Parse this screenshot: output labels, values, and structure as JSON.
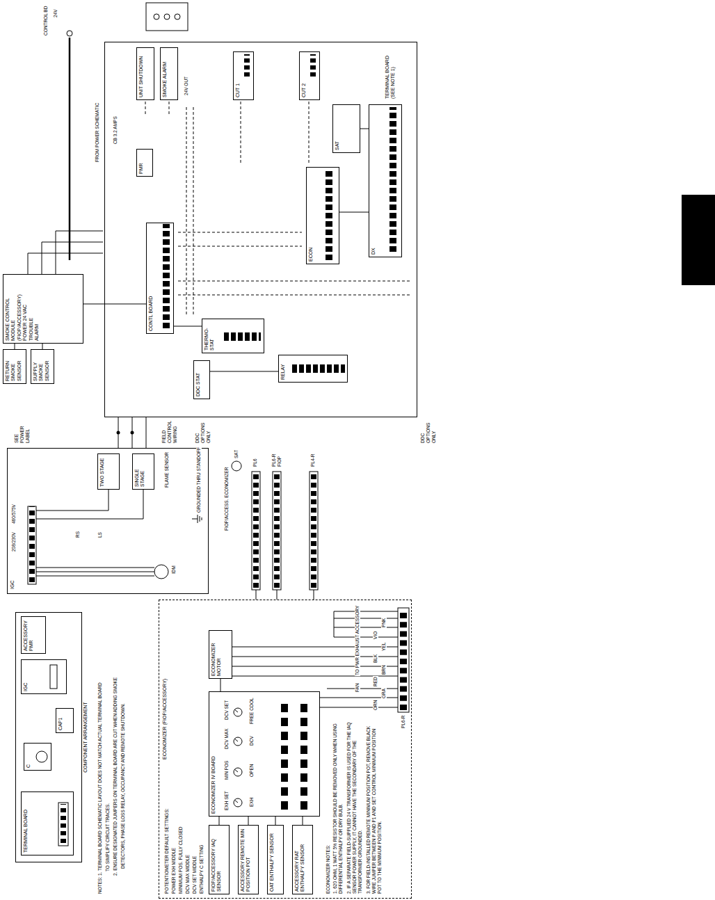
{
  "diagram": {
    "nodes": [
      {
        "text": [
          "COMPONENT ARRANGEMENT"
        ]
      },
      {
        "text": [
          "TERMINAL BOARD"
        ],
        "in": 0
      },
      {
        "text": [
          "C"
        ],
        "in": 0
      },
      {
        "text": [
          "CAP1"
        ],
        "in": 0
      },
      {
        "text": [
          "IGC"
        ],
        "in": 0
      },
      {
        "text": [
          "ACCESSORY",
          "PMR"
        ],
        "in": 0
      },
      {
        "text": [
          "ECONOMIZER (FIOP/ACCESSORY)"
        ]
      },
      {
        "text": [
          "FIOP/ACCESSORY IAQ SENSOR"
        ],
        "in": 6
      },
      {
        "text": [
          "ACCESSORY REMOTE MIN POSITION POT"
        ],
        "in": 6
      },
      {
        "text": [
          "OAT ENTHALPY SENSOR"
        ],
        "in": 6
      },
      {
        "text": [
          "ACCESSORY RAT ENTHALPY SENSOR"
        ],
        "in": 6
      },
      {
        "text": [
          "ECONOMIZER IV BOARD"
        ],
        "in": 6
      },
      {
        "text": [
          "ECONOMIZER MOTOR"
        ],
        "in": 6
      },
      {
        "text": [
          "IGC"
        ]
      },
      {
        "text": [
          "TWO STAGE"
        ],
        "in": 13
      },
      {
        "text": [
          "SINGLE STAGE"
        ],
        "in": 13
      },
      {
        "text": [
          "RETURN SMOKE SENSOR"
        ]
      },
      {
        "text": [
          "SUPPLY SMOKE SENSOR"
        ]
      },
      {
        "text": [
          "SMOKE CONTROL MODULE (FIOP/ACCESSORY)",
          "POWER 24 VAC",
          "TROUBLE",
          "ALARM"
        ]
      },
      {
        "text": [
          "TERMINAL BOARD (SEE NOTE 1)"
        ]
      },
      {
        "text": [
          "CONTL BOARD"
        ],
        "in": 19
      },
      {
        "text": [
          "DDC STAT"
        ],
        "in": 19
      },
      {
        "text": [
          "THERMO-STAT"
        ],
        "in": 19
      },
      {
        "text": [
          "RELAY"
        ],
        "in": 19
      },
      {
        "text": [
          "ECON"
        ],
        "in": 19
      },
      {
        "text": [
          "SAT"
        ],
        "in": 19
      },
      {
        "text": [
          "DX"
        ],
        "in": 19
      },
      {
        "text": [
          "PMR"
        ],
        "in": 19
      },
      {
        "text": [
          "UNIT SHUTDOWN"
        ],
        "in": 19
      },
      {
        "text": [
          "SMOKE ALARM"
        ],
        "in": 19
      },
      {
        "text": [
          "CUT 1"
        ],
        "in": 19
      },
      {
        "text": [
          "CUT 2"
        ],
        "in": 19
      }
    ],
    "edges": [
      {
        "from": 7,
        "to": 11,
        "arrow": "none"
      },
      {
        "from": 8,
        "to": 11,
        "arrow": "none"
      },
      {
        "from": 9,
        "to": 11,
        "arrow": "none"
      },
      {
        "from": 10,
        "to": 11,
        "arrow": "none"
      },
      {
        "from": 11,
        "to": 12,
        "arrow": "none"
      },
      {
        "from": 16,
        "to": 18,
        "arrow": "none"
      },
      {
        "from": 17,
        "to": 18,
        "arrow": "none"
      },
      {
        "from": 18,
        "to": 20,
        "arrow": "none"
      },
      {
        "from": 20,
        "to": 22,
        "arrow": "none"
      },
      {
        "from": 21,
        "to": 23,
        "arrow": "none"
      },
      {
        "from": 24,
        "to": 26,
        "arrow": "none"
      },
      {
        "from": 25,
        "to": 26,
        "arrow": "none"
      }
    ],
    "labels": [
      "NOTES: 1. TERMINAL BOARD SCHEMATIC LAYOUT DOES NOT MATCH ACTUAL TERMINAL BOARD",
      "TO SIMPLIFY CIRCUIT TRACES.",
      "2. ENSURE DESIGNATED JUMPERS ON TERMINAL BOARD ARE CUT WHEN ADDING SMOKE",
      "DETECTORS, PHASE LOSS RELAY, OCCUPANCY AND REMOTE SHUTDOWN.",
      "POTENTIOMETER DEFAULT SETTINGS:",
      "POWER EXH MIDDLE",
      "MINIMUM POS. FULLY CLOSED",
      "DCV MAX MIDDLE",
      "DCV SET MIDDLE",
      "ENTHALPY C SETTING",
      "EXH SET",
      "MIN POS",
      "DCV MAX",
      "DCV SET",
      "EXH",
      "OPEN",
      "DCV",
      "FREE COOL",
      "ECONOMIZER NOTES:",
      "1. 620 OHM, 1 WATT 5% RESISTOR SHOULD BE REMOVED ONLY WHEN USING DIFFERENTIAL ENTHALPY OR DRY BULB.",
      "2. IF A SEPARATE FIELD-SUPPLIED 24 V TRANSFORMER IS USED FOR THE IAQ SENSOR POWER SUPPLY, IT CANNOT HAVE THE SECONDARY OF THE TRANSFORMER GROUNDED.",
      "3. FOR FIELD-INSTALLED REMOTE MINIMUM POSITION POT, REMOVE BLACK WIRE JUMPER BETWEEN P AND P1 AND SET CONTROL MINIMUM POSITION POT TO THE MINIMUM POSITION.",
      "ORN",
      "GRA",
      "RED",
      "BRN",
      "BLK",
      "YEL",
      "VIO",
      "PNK",
      "PL6-R",
      "TO PWR EXHAUST ACCESSORY",
      "FAN",
      "FLAME SENSOR",
      "GROUNDED THRU STANDOFF",
      "RS",
      "LS",
      "IDM",
      "SEE POWER LABEL",
      "208/230V",
      "460/575V",
      "PL6",
      "PL6-R FIOP",
      "PL4-R",
      "FIOP/ACCESS. ECONOMIZER",
      "SAT",
      "FIELD CONTROL WIRING",
      "DDC OPTIONS ONLY",
      "DDC OPTIONS ONLY",
      "FROM POWER SCHEMATIC",
      "CB 3.2 AMPS",
      "CONTROL BD",
      "24V",
      "24V OUT"
    ]
  }
}
